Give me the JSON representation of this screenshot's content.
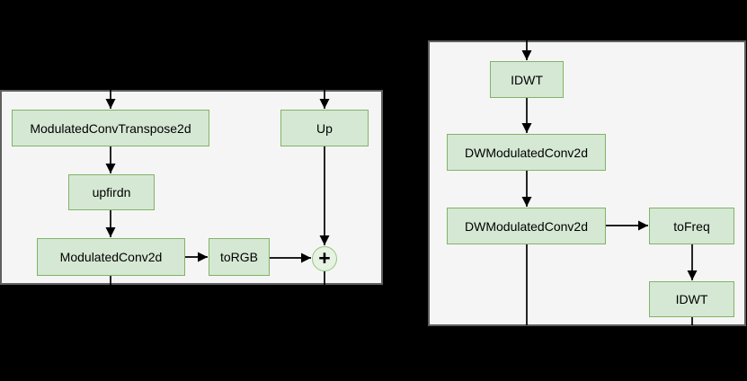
{
  "colors": {
    "background": "#000000",
    "panel_fill": "#f5f5f5",
    "panel_border": "#5f5f5f",
    "node_fill": "#d5e8d4",
    "node_border": "#82b366",
    "sum_fill": "#e7f2e3",
    "sum_border": "#94c97c",
    "edge": "#000000",
    "text": "#000000"
  },
  "left_panel": {
    "nodes": {
      "modulated_conv_transpose2d": "ModulatedConvTranspose2d",
      "upfirdn": "upfirdn",
      "modulated_conv2d": "ModulatedConv2d",
      "to_rgb": "toRGB",
      "up": "Up",
      "sum": "+"
    }
  },
  "right_panel": {
    "nodes": {
      "idwt_top": "IDWT",
      "dw_modulated_conv2d_1": "DWModulatedConv2d",
      "dw_modulated_conv2d_2": "DWModulatedConv2d",
      "to_freq": "toFreq",
      "idwt_bottom": "IDWT"
    }
  }
}
